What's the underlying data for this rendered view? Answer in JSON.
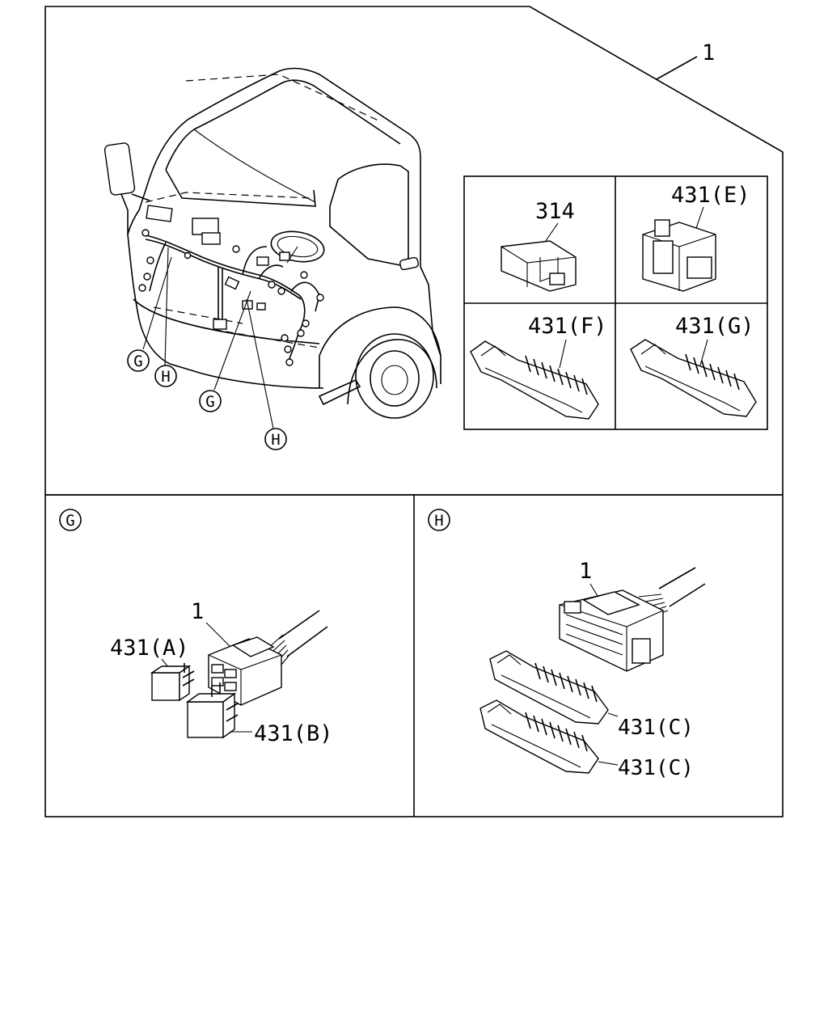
{
  "labels": {
    "assembly_main": "1",
    "part_314": "314",
    "part_431E": "431(E)",
    "part_431F": "431(F)",
    "part_431G": "431(G)",
    "callout_G_a": "G",
    "callout_H_a": "H",
    "callout_G_b": "G",
    "callout_H_b": "H",
    "detail_G_title": "G",
    "detail_H_title": "H",
    "detail_G_harness": "1",
    "part_431A": "431(A)",
    "part_431B": "431(B)",
    "detail_H_harness": "1",
    "part_431C_1": "431(C)",
    "part_431C_2": "431(C)"
  }
}
